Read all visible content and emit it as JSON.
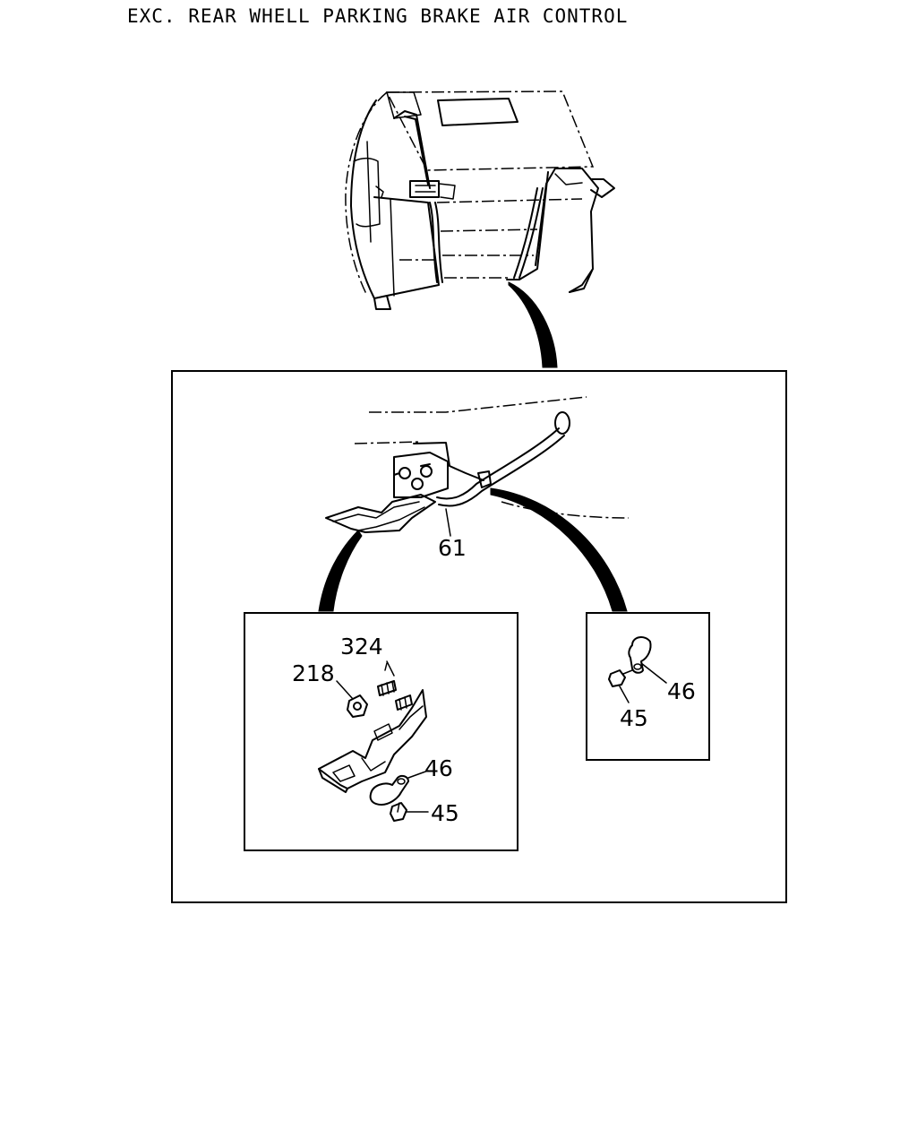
{
  "title": "EXC. REAR WHELL PARKING BRAKE AIR CONTROL",
  "callouts": {
    "main_pipe": "61",
    "bracket_bolt": "324",
    "bracket_nut": "218",
    "left_clip": "46",
    "left_bolt": "45",
    "right_clip": "46",
    "right_bolt": "45"
  },
  "icons": [
    "cab-outline-illustration",
    "pipe-assembly-illustration",
    "bracket-detail-illustration",
    "clip-detail-illustration"
  ]
}
